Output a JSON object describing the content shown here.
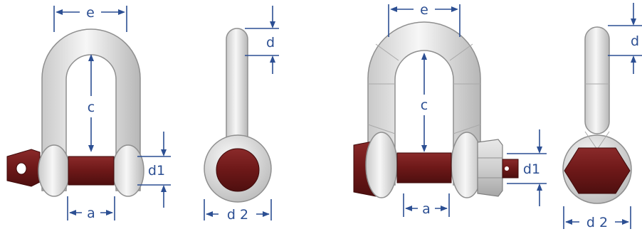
{
  "colors": {
    "dimension": "#2c4f93",
    "pin": "#7a1f1f",
    "steel_light": "#f3f3f3",
    "steel_dark": "#b9b9b9",
    "steel_outline": "#9a9a9a"
  },
  "diagrams": [
    {
      "name": "screw-pin-bow-shackle",
      "labels": {
        "e": "e",
        "c": "c",
        "d": "d",
        "d1": "d1",
        "a": "a",
        "d2": "d 2"
      }
    },
    {
      "name": "bolt-type-bow-shackle",
      "labels": {
        "e": "e",
        "c": "c",
        "d": "d",
        "d1": "d1",
        "a": "a",
        "d2": "d 2"
      }
    }
  ]
}
